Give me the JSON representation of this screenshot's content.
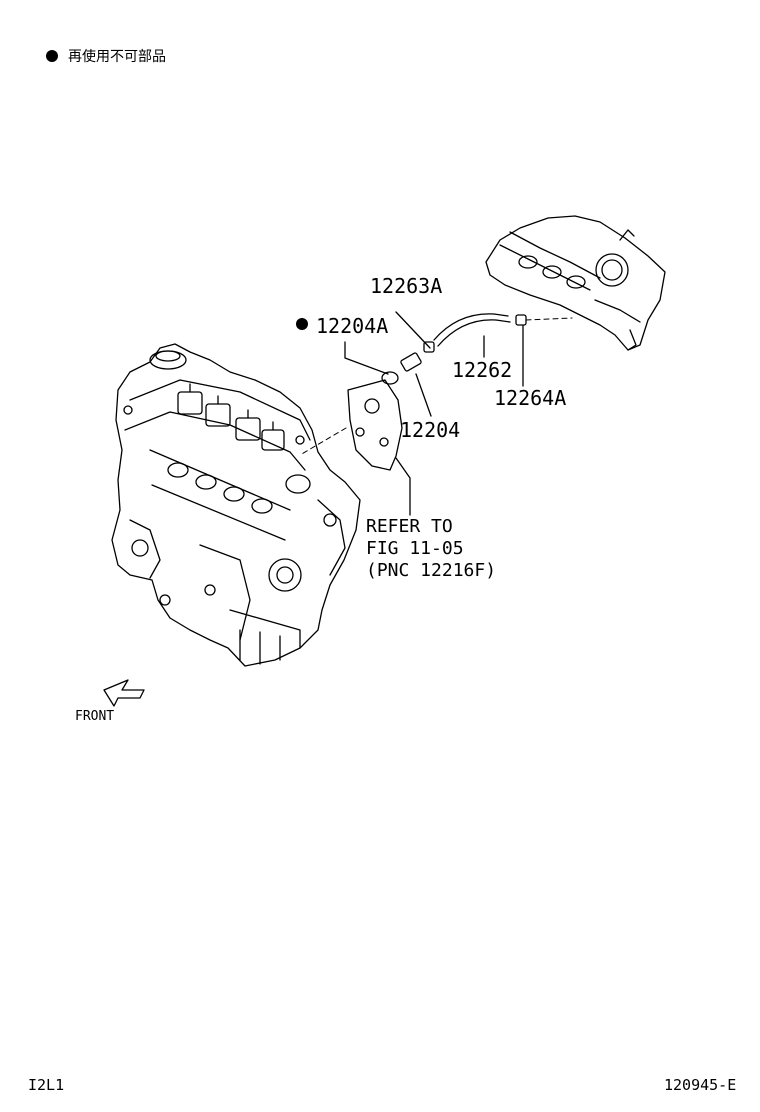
{
  "legend": {
    "text": "再使用不可部品"
  },
  "callouts": {
    "p12263A": "12263A",
    "p12204A": "12204A",
    "p12262": "12262",
    "p12264A": "12264A",
    "p12204": "12204"
  },
  "reference": {
    "line1": "REFER TO",
    "line2": "FIG 11-05",
    "line3": "(PNC 12216F)"
  },
  "front_label": "FRONT",
  "footer": {
    "left": "I2L1",
    "right": "120945-E"
  }
}
